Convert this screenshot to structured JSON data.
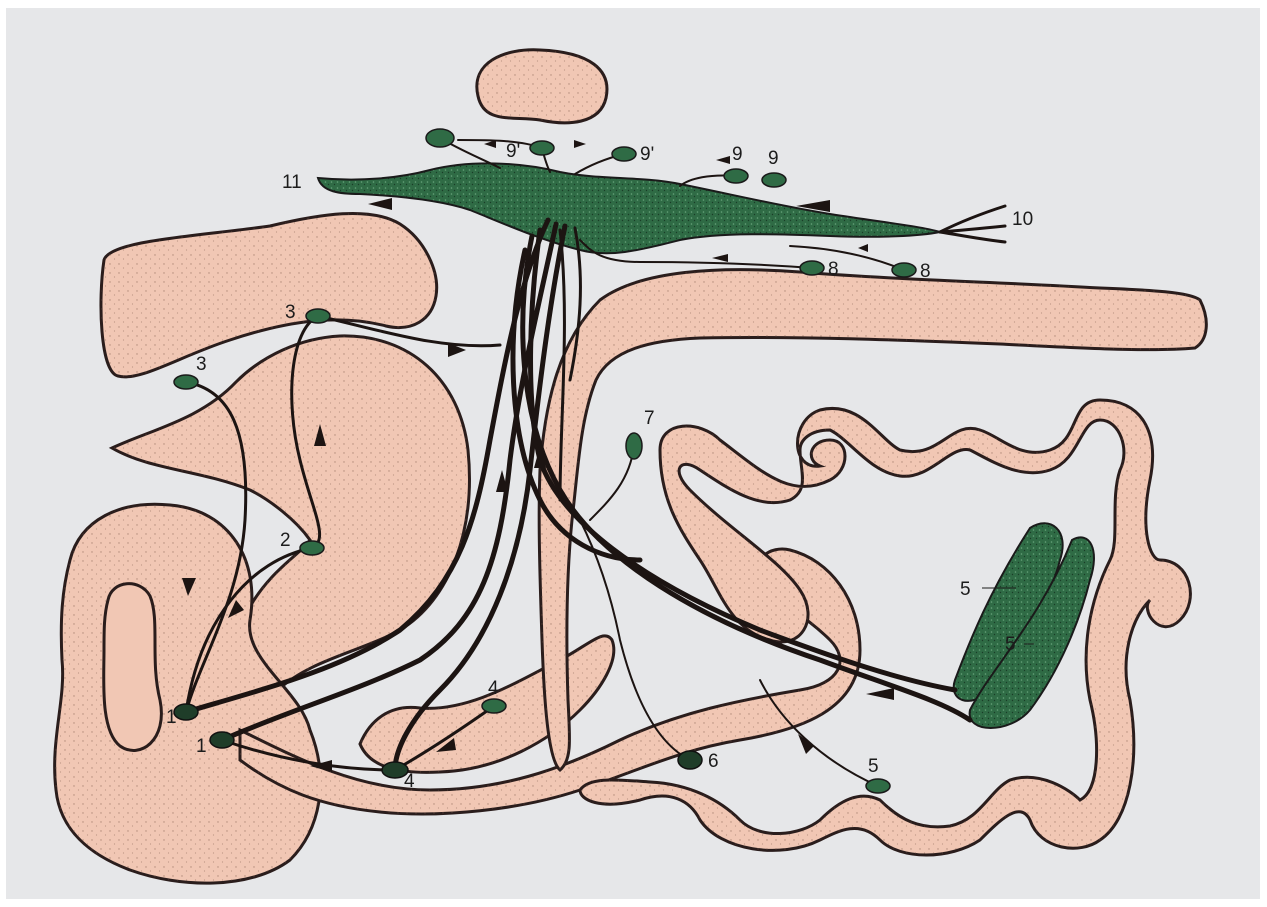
{
  "colors": {
    "background": "#e6e7e9",
    "organ_fill": "#f1c7b4",
    "outline": "#2a1d1c",
    "node_fill": "#2f6b45",
    "trunk_fill": "#2f6b45"
  },
  "labels": {
    "l1a": "1",
    "l1b": "1",
    "l2": "2",
    "l3a": "3",
    "l3b": "3",
    "l4a": "4",
    "l4b": "4",
    "l5a": "5",
    "l5b": "5",
    "l5c": "5",
    "l6": "6",
    "l7": "7",
    "l8a": "8",
    "l8b": "8",
    "l9a": "9",
    "l9b": "9",
    "l9pa": "9'",
    "l9pb": "9'",
    "l10": "10",
    "l11": "11"
  }
}
